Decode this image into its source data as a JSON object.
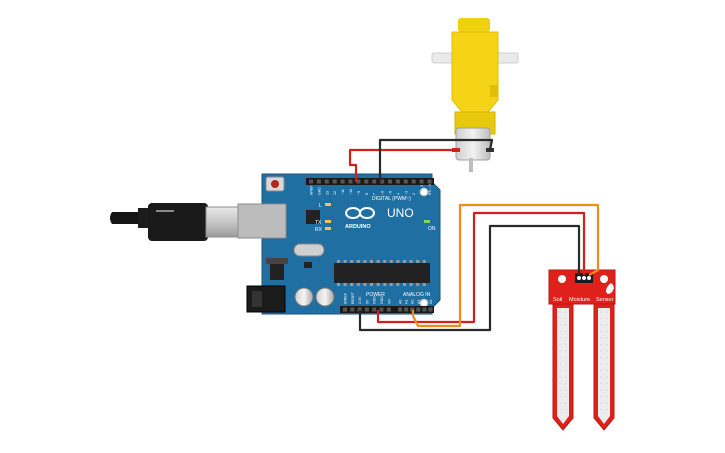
{
  "canvas": {
    "background": "#ffffff"
  },
  "arduino": {
    "brand": "ARDUINO",
    "model": "UNO",
    "digital_header": "DIGITAL (PWM~)",
    "power_header": "POWER",
    "analog_header": "ANALOG IN",
    "led_l": "L",
    "led_tx": "TX",
    "led_rx": "RX",
    "on_label": "ON",
    "digital_pins": [
      "AREF",
      "GND",
      "13",
      "12",
      "~11",
      "~10",
      "~9",
      "8",
      "7",
      "~6",
      "~5",
      "4",
      "~3",
      "2",
      "TX→1",
      "RX←0"
    ],
    "power_pins": [
      "IOREF",
      "RESET",
      "3.3V",
      "5V",
      "GND",
      "GND",
      "Vin"
    ],
    "analog_pins": [
      "A0",
      "A1",
      "A2",
      "A3",
      "A4",
      "A5"
    ],
    "board_color": "#1f6fa3"
  },
  "sensor": {
    "label_left": "Soil",
    "label_mid": "Moisture",
    "label_right": "Sensor",
    "board_color": "#e0201b"
  },
  "motor": {
    "body_color": "#f5d417",
    "shaft_color": "#e8e8e8"
  },
  "wires": {
    "red": "#d4201a",
    "black": "#2a2a2a",
    "orange": "#f08c1a"
  }
}
